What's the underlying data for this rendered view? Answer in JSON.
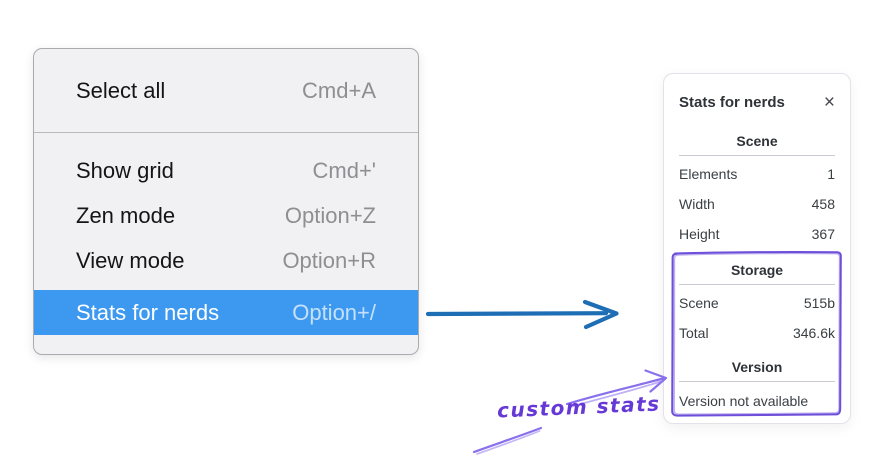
{
  "menu": {
    "sections": [
      {
        "items": [
          {
            "label": "Select all",
            "shortcut": "Cmd+A"
          }
        ]
      },
      {
        "items": [
          {
            "label": "Show grid",
            "shortcut": "Cmd+'"
          },
          {
            "label": "Zen mode",
            "shortcut": "Option+Z"
          },
          {
            "label": "View mode",
            "shortcut": "Option+R"
          },
          {
            "label": "Stats for nerds",
            "shortcut": "Option+/",
            "highlighted": true
          }
        ]
      }
    ]
  },
  "stats_panel": {
    "title": "Stats for nerds",
    "close_icon": "×",
    "scene": {
      "heading": "Scene",
      "rows": [
        {
          "label": "Elements",
          "value": "1"
        },
        {
          "label": "Width",
          "value": "458"
        },
        {
          "label": "Height",
          "value": "367"
        }
      ]
    },
    "storage": {
      "heading": "Storage",
      "rows": [
        {
          "label": "Scene",
          "value": "515b"
        },
        {
          "label": "Total",
          "value": "346.6k"
        }
      ]
    },
    "version": {
      "heading": "Version",
      "note": "Version not available"
    }
  },
  "annotations": {
    "custom_stats_label": "custom stats"
  },
  "colors": {
    "menu_highlight": "#3d99f0",
    "blue_arrow": "#1e6eb5",
    "purple_box": "#6d4fd9",
    "purple_arrow": "#8a70ec",
    "purple_text": "#6639d6"
  }
}
